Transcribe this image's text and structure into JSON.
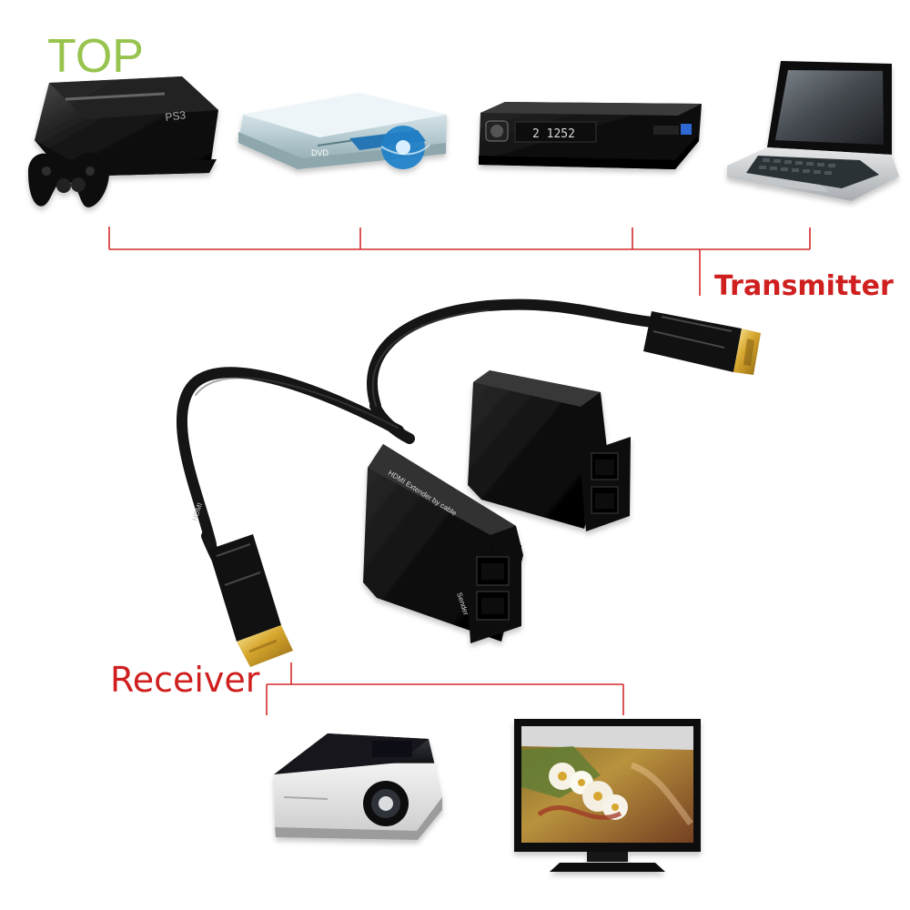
{
  "watermark": {
    "text": "TOP"
  },
  "labels": {
    "transmitter": "Transmitter",
    "receiver": "Receiver"
  },
  "device_text": {
    "blu_ray_display": "2 1252",
    "ps3_logo": "PS3",
    "hdmi_print": "HDMI",
    "extender_print": "HDMI Extender by cable",
    "sender_print": "Sender",
    "dvd_logo": "DVD"
  },
  "colors": {
    "connection_line": "#d42a2a",
    "label_red": "#cf1f1f",
    "watermark": "#8fbf3f",
    "device_black": "#111111",
    "cable_black": "#151515",
    "gold_plug": "#c9a227"
  }
}
